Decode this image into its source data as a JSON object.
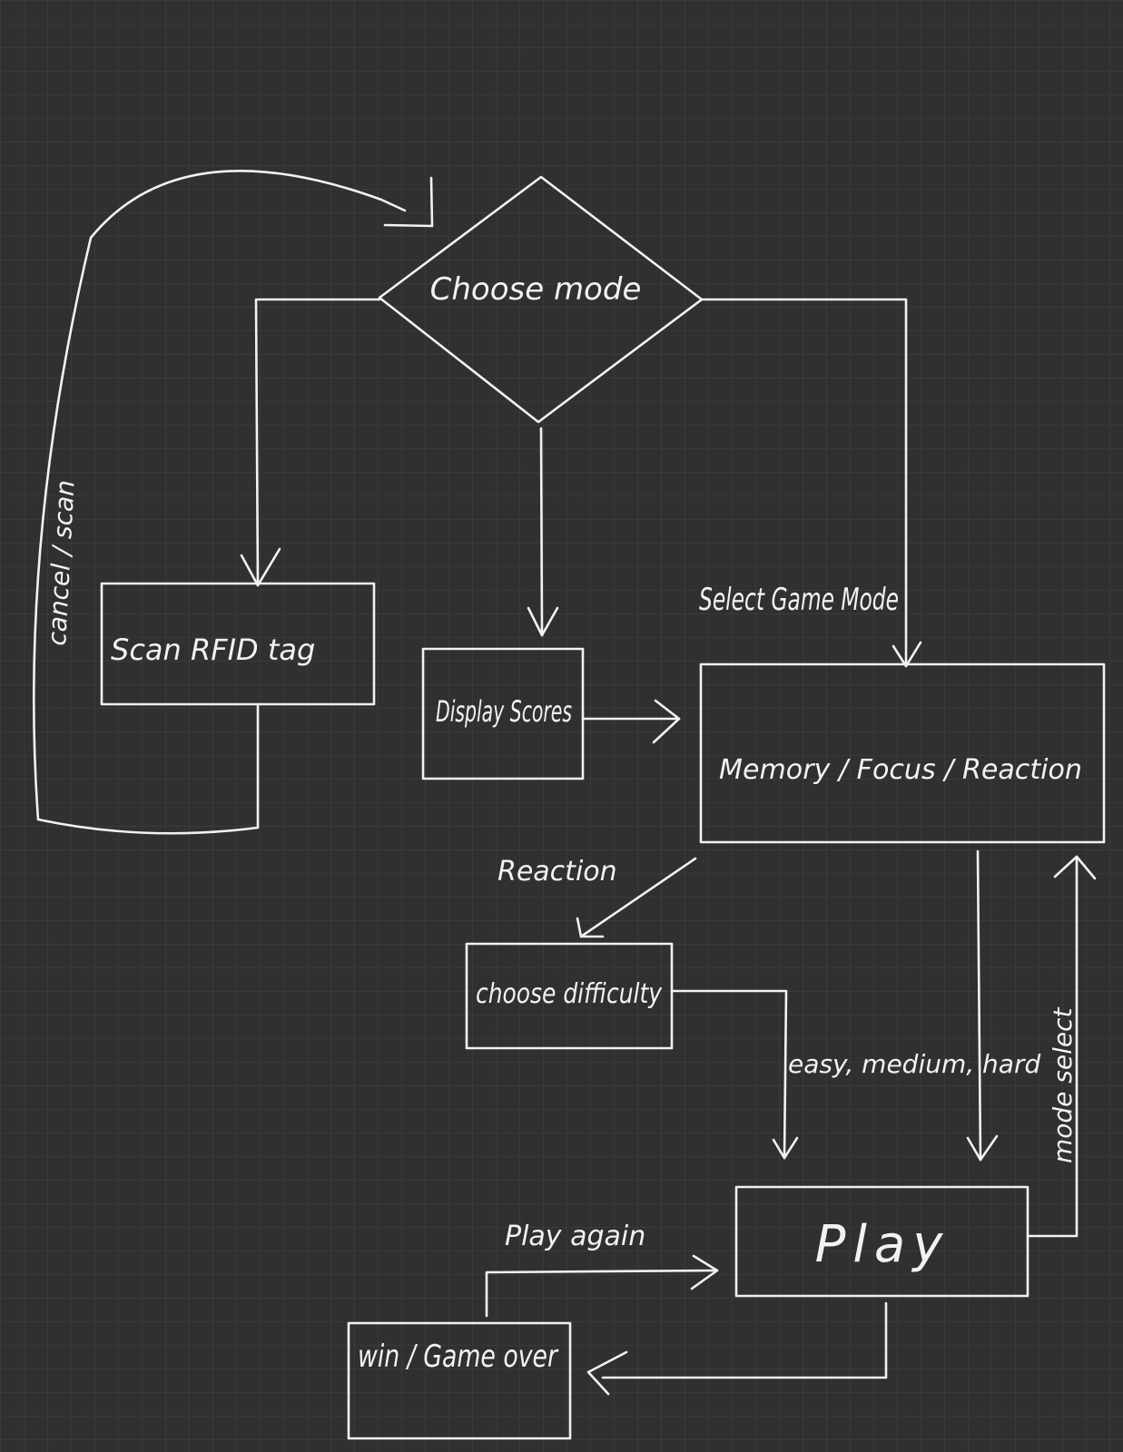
{
  "diagram": {
    "nodes": {
      "choose_mode": "Choose mode",
      "scan_rfid": "Scan RFID tag",
      "display_scores": "Display Scores",
      "game_modes": "Memory / Focus / Reaction",
      "choose_difficulty": "choose difficulty",
      "play": "Play",
      "win_game_over": "win / Game over"
    },
    "edge_labels": {
      "cancel_scan": "cancel / scan",
      "select_game_mode": "Select Game Mode",
      "reaction": "Reaction",
      "difficulty_levels": "easy, medium, hard",
      "play_again": "Play again",
      "mode_select": "mode select"
    },
    "colors": {
      "background": "#303030",
      "grid": "#3a3a3a",
      "ink": "#f2f2f2"
    }
  }
}
